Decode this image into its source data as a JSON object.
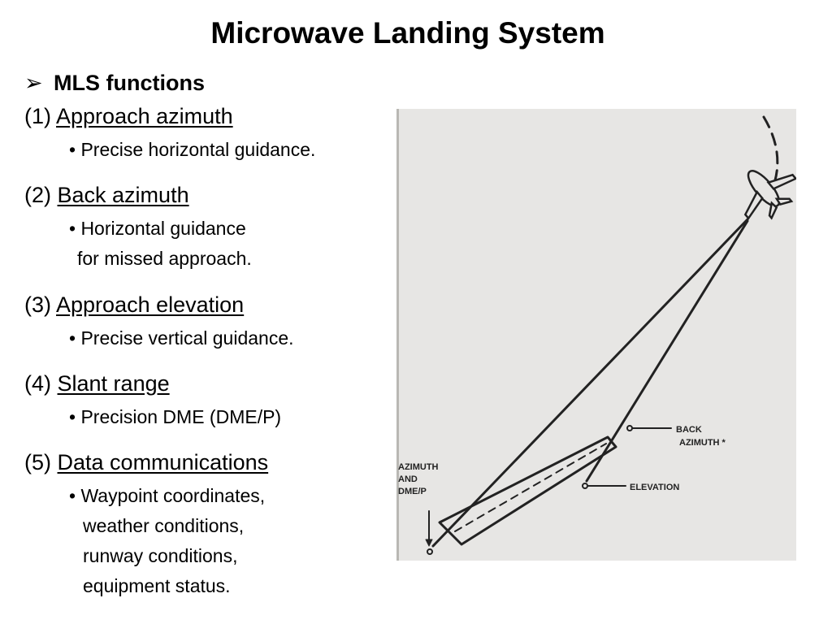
{
  "title": "Microwave Landing System",
  "heading": {
    "marker": "➢",
    "text": "MLS functions"
  },
  "items": [
    {
      "num": "(1)",
      "label": "Approach azimuth",
      "lines": [
        "• Precise horizontal guidance."
      ]
    },
    {
      "num": "(2)",
      "label": "Back azimuth",
      "lines": [
        "• Horizontal guidance",
        "for missed approach."
      ]
    },
    {
      "num": "(3)",
      "label": "Approach elevation",
      "lines": [
        "• Precise vertical guidance."
      ]
    },
    {
      "num": "(4)",
      "label": "Slant range",
      "lines": [
        "• Precision DME (DME/P)"
      ]
    },
    {
      "num": "(5)",
      "label": "Data communications",
      "lines": [
        "• Waypoint coordinates,",
        "weather conditions,",
        "runway conditions,",
        "equipment status."
      ]
    }
  ],
  "figure": {
    "labels": {
      "azimuth": [
        "AZIMUTH",
        "AND",
        "DME/P"
      ],
      "back_azimuth": [
        "BACK",
        "AZIMUTH *"
      ],
      "elevation": "ELEVATION"
    },
    "colors": {
      "background": "#e7e6e4",
      "ink": "#222222"
    }
  }
}
